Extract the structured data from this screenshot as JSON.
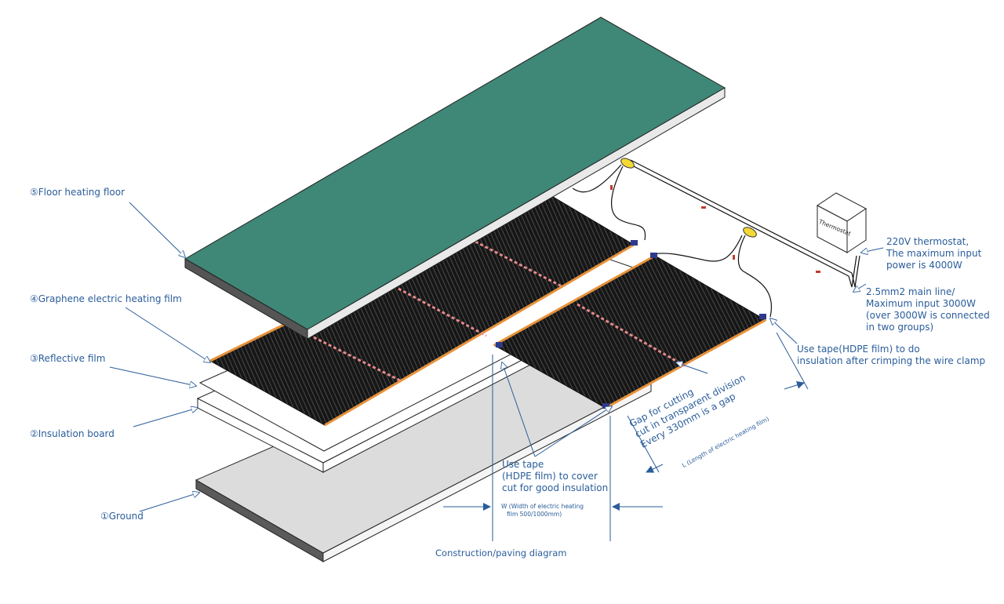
{
  "labels": {
    "floor": "⑤Floor heating floor",
    "graphene": "④Graphene electric heating film",
    "reflective": "③Reflective film",
    "insulation": "②Insulation board",
    "ground": "①Ground"
  },
  "callouts": {
    "thermostat_box": "Thermostat",
    "thermostat": "220V thermostat,\nThe maximum input\npower is 4000W",
    "main_line": "2.5mm2 main line/\nMaximum input 3000W\n(over 3000W is connected\nin two groups)",
    "tape_clamp": "Use tape(HDPE film) to do\ninsulation after crimping the wire clamp",
    "gap": "Gap for cutting\ncut in transparent division\nEvery 330mm is a gap",
    "length": "L (Length of electric heating film)",
    "tape_cut": "Use tape\n(HDPE film) to cover\ncut for good insulation",
    "width": "W (Width of electric heating\n   film 500/1000mm)"
  },
  "caption": "Construction/paving diagram",
  "colors": {
    "label_blue": "#2a5d9a",
    "floor_green": "#3f8777",
    "film_dark": "#1b1b1b",
    "film_stripe": "#3a3a3a",
    "copper": "#e8923a",
    "connector_yellow": "#f4d935",
    "clip_blue": "#2d3a8c",
    "wire_red": "#c0392b"
  }
}
